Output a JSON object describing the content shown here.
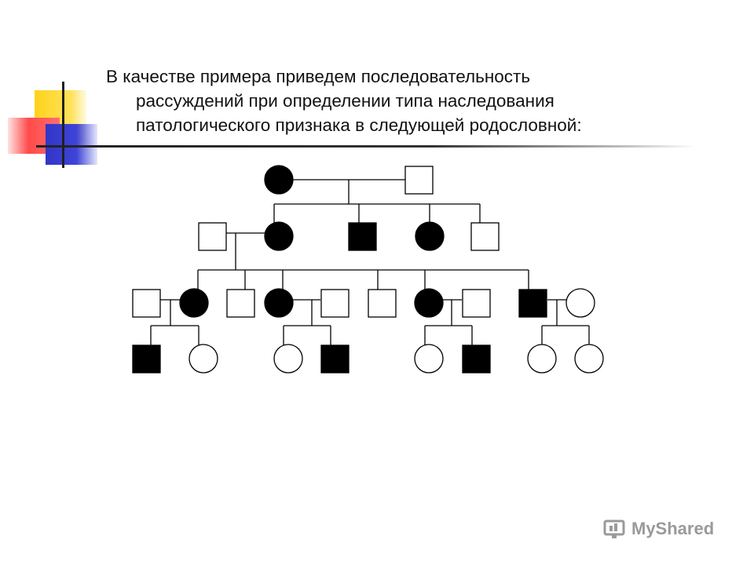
{
  "slide": {
    "intro_line1": "В качестве примера приведем последовательность",
    "intro_line2": "рассуждений при определении типа наследования",
    "intro_line3": "патологического признака в следующей родословной:"
  },
  "watermark": {
    "text": "MyShared"
  },
  "colors": {
    "affected": "#000000",
    "unaffected": "#ffffff",
    "line": "#000000",
    "deco_yellow": "#ffd21a",
    "deco_red": "#ff4a4a",
    "deco_blue": "#3236c6"
  },
  "pedigree": {
    "generations": [
      {
        "generation": "I",
        "individuals": [
          {
            "id": "I-1",
            "sex": "female",
            "affected": true
          },
          {
            "id": "I-2",
            "sex": "male",
            "affected": false
          }
        ]
      },
      {
        "generation": "II",
        "individuals": [
          {
            "id": "II-1",
            "sex": "male",
            "affected": false
          },
          {
            "id": "II-2",
            "sex": "female",
            "affected": true
          },
          {
            "id": "II-3",
            "sex": "male",
            "affected": true
          },
          {
            "id": "II-4",
            "sex": "female",
            "affected": true
          },
          {
            "id": "II-5",
            "sex": "male",
            "affected": false
          }
        ]
      },
      {
        "generation": "III",
        "individuals": [
          {
            "id": "III-1",
            "sex": "male",
            "affected": false
          },
          {
            "id": "III-2",
            "sex": "female",
            "affected": true
          },
          {
            "id": "III-3",
            "sex": "male",
            "affected": false
          },
          {
            "id": "III-4",
            "sex": "female",
            "affected": true
          },
          {
            "id": "III-5",
            "sex": "male",
            "affected": false
          },
          {
            "id": "III-6",
            "sex": "male",
            "affected": false
          },
          {
            "id": "III-7",
            "sex": "female",
            "affected": true
          },
          {
            "id": "III-8",
            "sex": "male",
            "affected": false
          },
          {
            "id": "III-9",
            "sex": "male",
            "affected": true
          },
          {
            "id": "III-10",
            "sex": "female",
            "affected": false
          }
        ]
      },
      {
        "generation": "IV",
        "individuals": [
          {
            "id": "IV-1",
            "sex": "male",
            "affected": true
          },
          {
            "id": "IV-2",
            "sex": "female",
            "affected": false
          },
          {
            "id": "IV-3",
            "sex": "female",
            "affected": false
          },
          {
            "id": "IV-4",
            "sex": "male",
            "affected": true
          },
          {
            "id": "IV-5",
            "sex": "female",
            "affected": false
          },
          {
            "id": "IV-6",
            "sex": "male",
            "affected": true
          },
          {
            "id": "IV-7",
            "sex": "female",
            "affected": false
          },
          {
            "id": "IV-8",
            "sex": "female",
            "affected": false
          }
        ]
      }
    ]
  }
}
